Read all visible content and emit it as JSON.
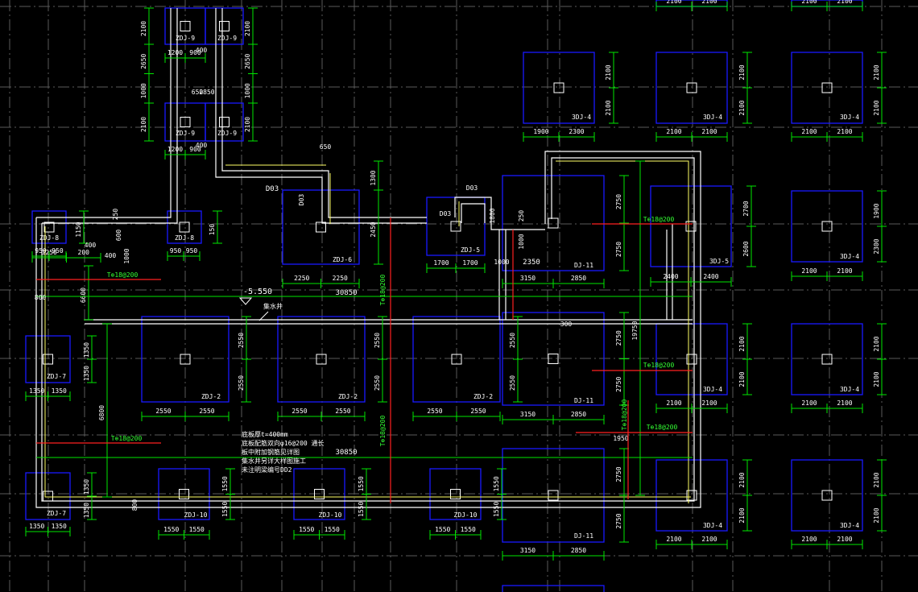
{
  "drawing": {
    "colors": {
      "background": "#000000",
      "grid": "#5a5a5a",
      "footing": "#1a1aff",
      "dimension": "#00e600",
      "wall": "#ffffff",
      "beam": "#ffff66",
      "rebar": "#ff2020",
      "annotation": "#ffffff"
    },
    "footing_labels": {
      "zdj9": "ZDJ-9",
      "zdj8": "ZDJ-8",
      "zdj6": "ZDJ-6",
      "zdj5": "ZDJ-5",
      "zdj2": "ZDJ-2",
      "zdj7": "ZDJ-7",
      "zdj10": "ZDJ-10",
      "dj11": "DJ-11",
      "3dj4": "3DJ-4",
      "3dj5": "3DJ-5"
    },
    "dims": {
      "d2100": "2100",
      "d2650": "2650",
      "d1000": "1000",
      "d1200": "1200",
      "d900": "900",
      "d400": "400",
      "d650": "650",
      "d2850": "2850",
      "d1900": "1900",
      "d2300": "2300",
      "d2700": "2700",
      "d2600": "2600",
      "d2400": "2400",
      "d950": "950",
      "d1250": "1250",
      "d200": "200",
      "d1150": "1150",
      "d150": "150",
      "d250": "250",
      "d600": "600",
      "d6600": "6600",
      "d6800": "6800",
      "d800": "800",
      "d1350": "1350",
      "d2550": "2550",
      "d1550": "1550",
      "d3150": "3150",
      "d2350": "2350",
      "d1700": "1700",
      "d2250": "2250",
      "d2750": "2750",
      "d1800": "1800",
      "d2450": "2450",
      "d1300": "1300",
      "d300": "300",
      "d19750": "19750",
      "d1950": "1950",
      "d30850": "30850"
    },
    "annotations": {
      "elev": "-5.550",
      "d03": "D03",
      "drain": "集水井",
      "rebar_callout": "T⊕18@200",
      "rebar_callout_v": "T⊕18@200",
      "note1": "底板厚t=400mm",
      "note2": "底板配筋双向φ16@200 通长",
      "note3": "板中附加钢筋见详图",
      "note4": "集水井另详大样图施工",
      "note5": "未注明梁编号DD2"
    }
  }
}
